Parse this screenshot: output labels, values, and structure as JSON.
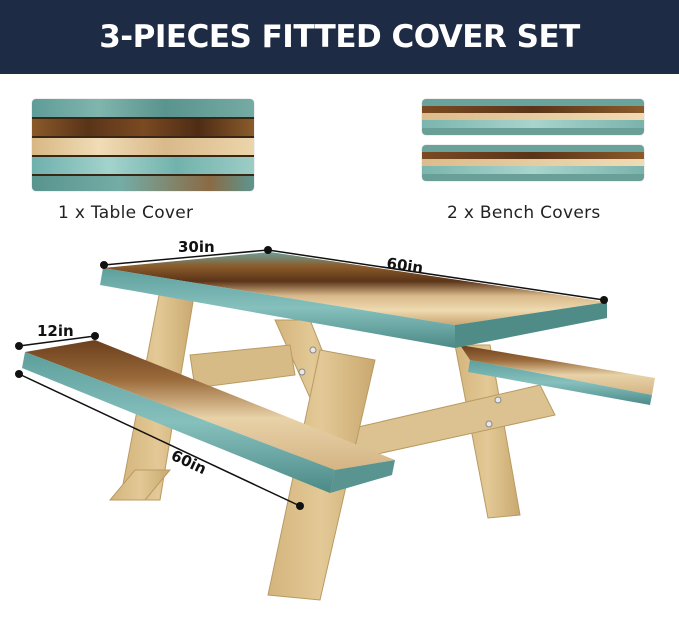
{
  "banner": {
    "title": "3-PIECES FITTED COVER SET",
    "background": "#1d2b45",
    "text_color": "#ffffff"
  },
  "items": [
    {
      "label": "1 x Table Cover",
      "quantity": 1,
      "type": "table-cover"
    },
    {
      "label": "2 x Bench Covers",
      "quantity": 2,
      "type": "bench-cover"
    }
  ],
  "dimensions": {
    "table_width": "30in",
    "table_length": "60in",
    "bench_width": "12in",
    "bench_length": "60in"
  },
  "palette": {
    "teal": "#5e9fa0",
    "teal_light": "#86c0bd",
    "brown_dark": "#6b3f1d",
    "brown_mid": "#9a6a3a",
    "cream": "#e8d2a8",
    "wood_frame": "#d9bf8a",
    "wood_frame_shadow": "#b99a63"
  }
}
